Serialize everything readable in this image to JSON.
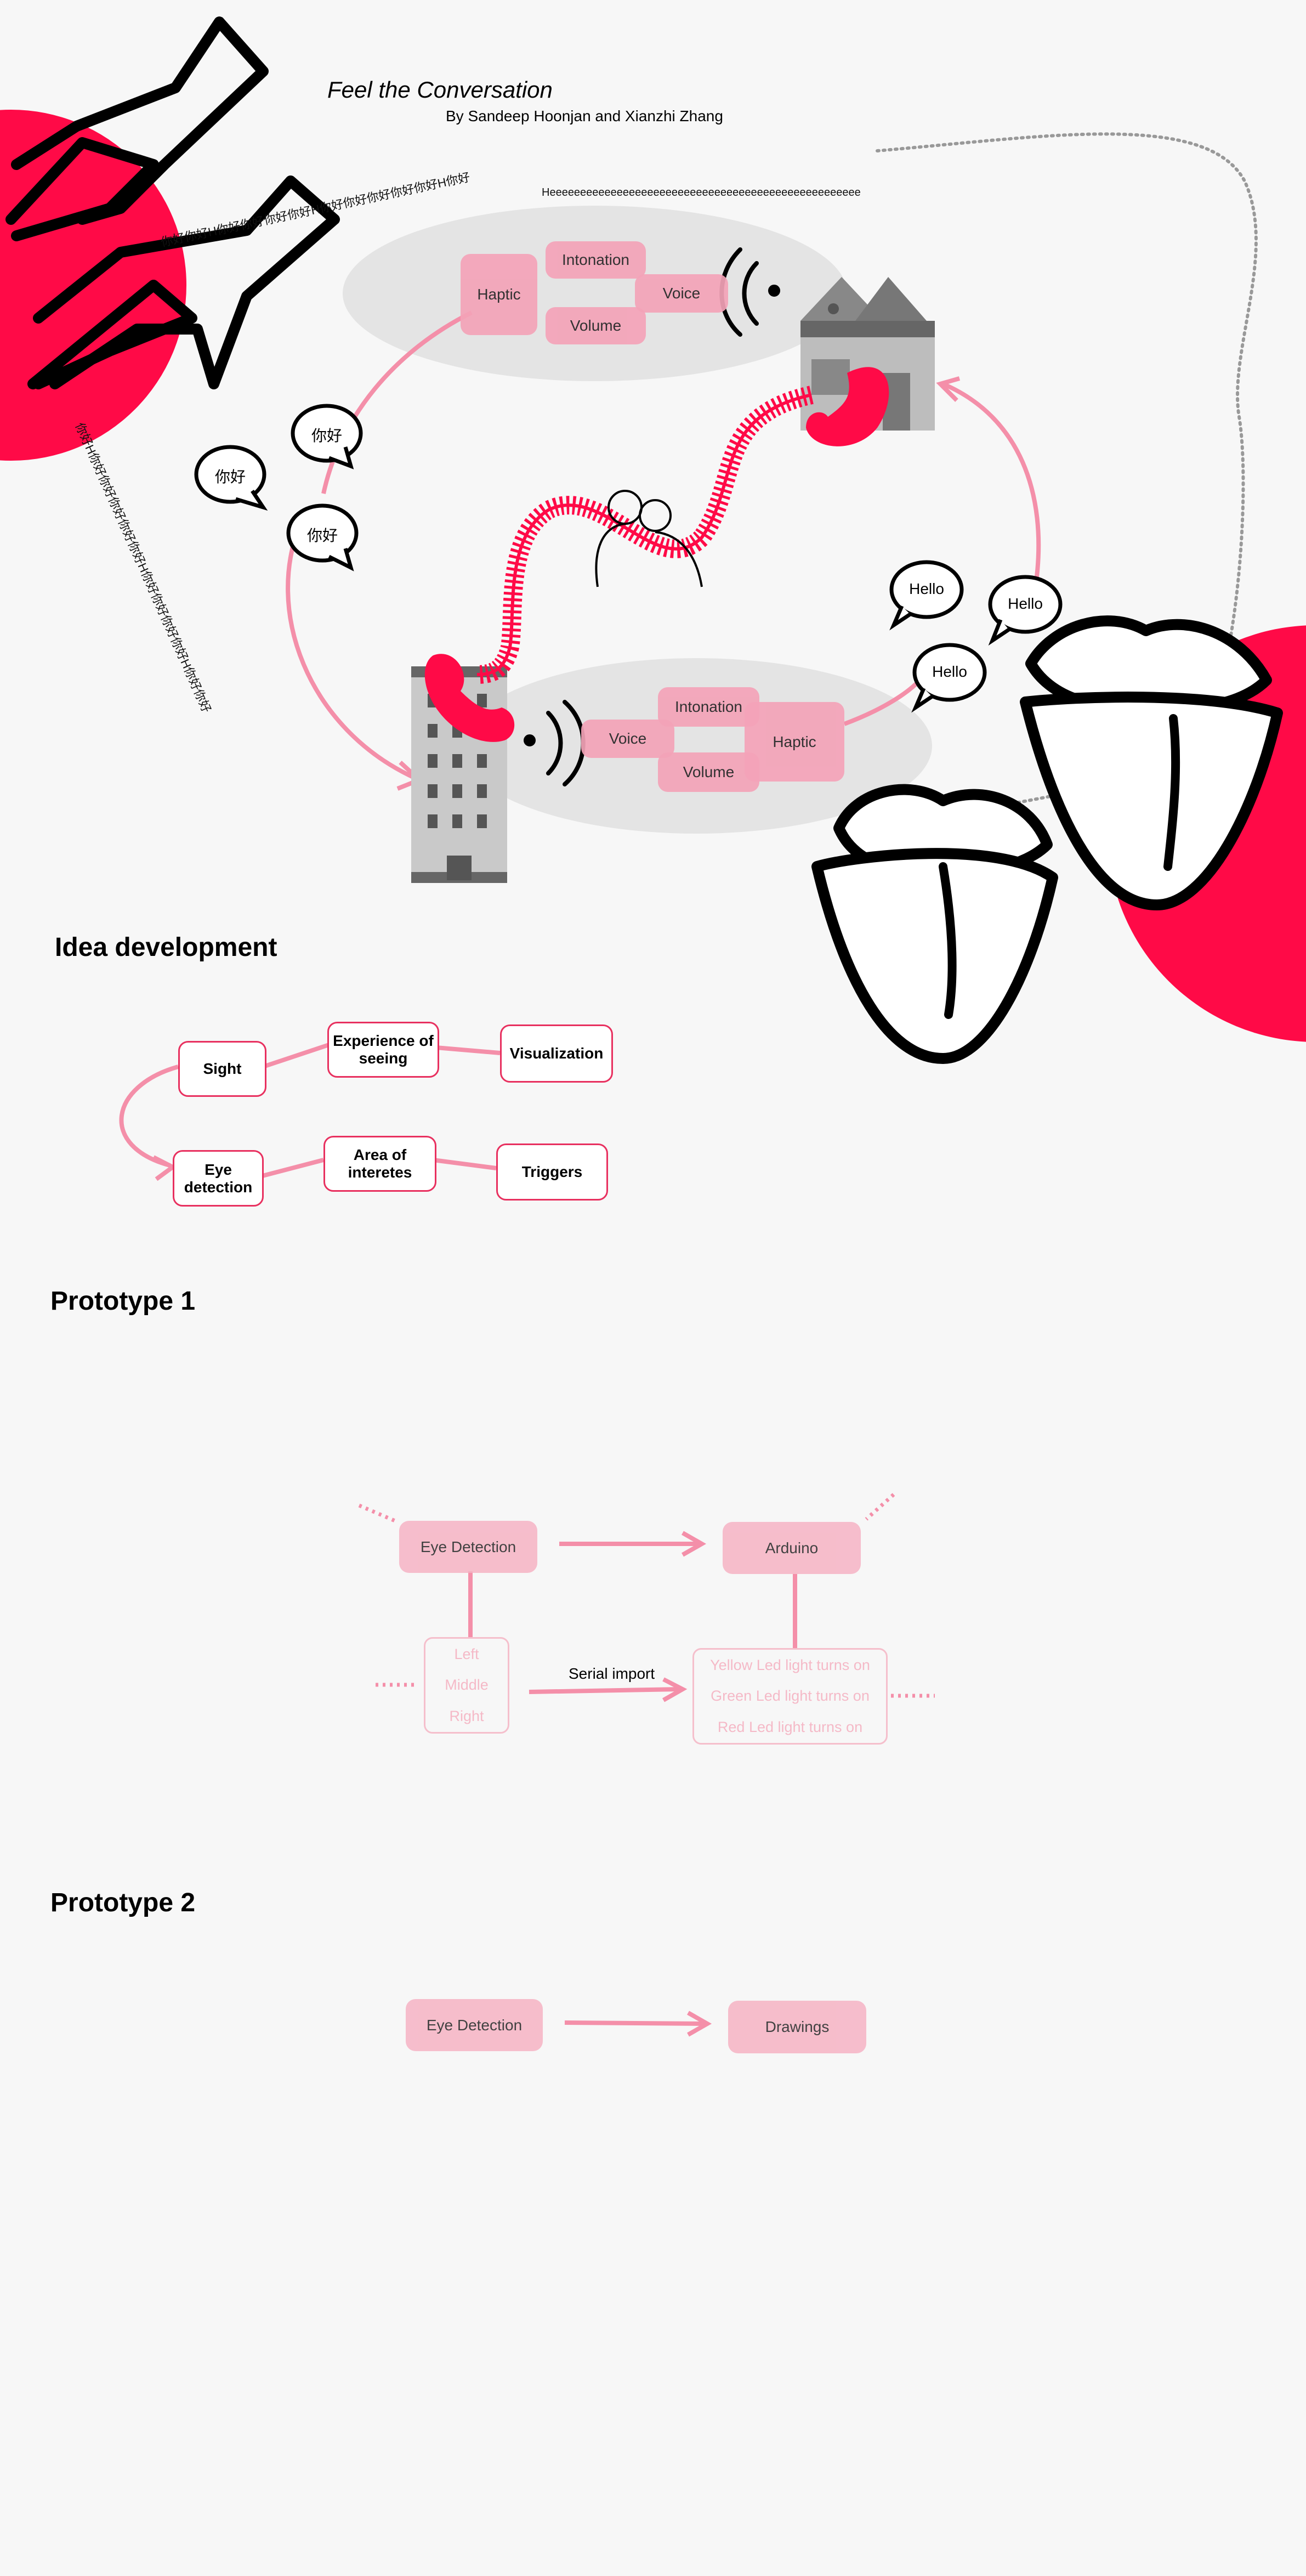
{
  "header": {
    "title": "Feel the Conversation",
    "authors": "By Sandeep Hoonjan and Xianzhi Zhang"
  },
  "hero": {
    "top_cluster": {
      "haptic": "Haptic",
      "intonation": "Intonation",
      "volume": "Volume",
      "voice": "Voice"
    },
    "bottom_cluster": {
      "voice": "Voice",
      "intonation": "Intonation",
      "volume": "Volume",
      "haptic": "Haptic"
    },
    "bubbles_cn": [
      "你好",
      "你好",
      "你好"
    ],
    "bubbles_en": [
      "Hello",
      "Hello",
      "Hello"
    ],
    "stream_cn_top": "你好你好H你好你好你好你好H你好你好你好你好你好H你好",
    "stream_cn_side": "你好H你好你好你好你好你好H你好你好你好你好H你好你好",
    "stream_en": "Heeeeeeeeeeeeeeeeeeeeeeeeeeeeeeeeeeeeeeeeeeeeeeeeeee"
  },
  "idea": {
    "heading": "Idea development",
    "boxes": {
      "sight": "Sight",
      "experience": "Experience of seeing",
      "visualization": "Visualization",
      "eye": "Eye detection",
      "area": "Area of interetes",
      "triggers": "Triggers"
    }
  },
  "proto1": {
    "heading": "Prototype 1",
    "eye_detection": "Eye Detection",
    "arduino": "Arduino",
    "positions": [
      "Left",
      "Middle",
      "Right"
    ],
    "serial": "Serial import",
    "leds": [
      "Yellow Led light turns on",
      "Green Led light turns on",
      "Red Led light turns on"
    ]
  },
  "proto2": {
    "heading": "Prototype 2",
    "eye_detection": "Eye Detection",
    "drawings": "Drawings"
  },
  "colors": {
    "accent": "#ff0a47",
    "pink": "#f4a3b8",
    "light_pink": "#f5bfcc",
    "ellipse": "#e4e4e4"
  }
}
